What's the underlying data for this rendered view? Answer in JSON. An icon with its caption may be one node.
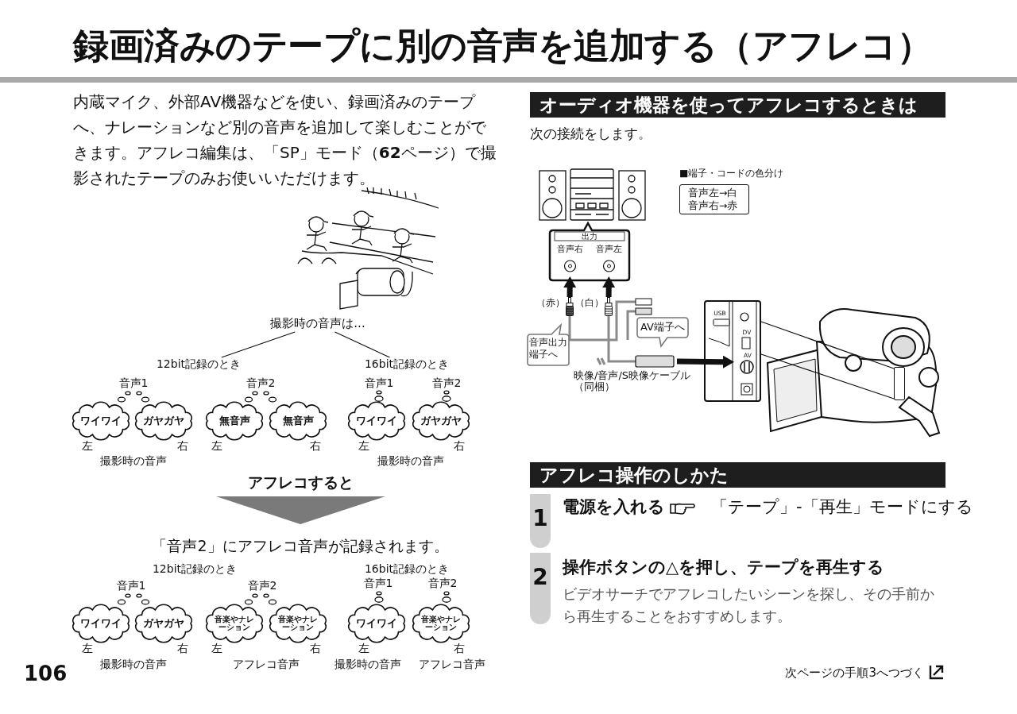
{
  "diagram": {
    "title": "録画済みのテープに別の音声を追加する（アフレコ）",
    "nodes": [
      {
        "text": [
          "撮影時の音声は..."
        ]
      },
      {
        "text": [
          "12bit記録のとき"
        ]
      },
      {
        "text": [
          "16bit記録のとき"
        ]
      },
      {
        "text": [
          "ワイワイ"
        ]
      },
      {
        "text": [
          "ガヤガヤ"
        ]
      },
      {
        "text": [
          "無音声"
        ]
      },
      {
        "text": [
          "無音声"
        ]
      },
      {
        "text": [
          "ワイワイ"
        ]
      },
      {
        "text": [
          "ガヤガヤ"
        ]
      },
      {
        "text": [
          "ワイワイ"
        ]
      },
      {
        "text": [
          "ガヤガヤ"
        ]
      },
      {
        "text": [
          "音楽やナレーション"
        ]
      },
      {
        "text": [
          "音楽やナレーション"
        ]
      },
      {
        "text": [
          "ワイワイ"
        ]
      },
      {
        "text": [
          "音楽やナレーション"
        ]
      },
      {
        "text": [
          "オーディオ機器を使ってアフレコするときは"
        ]
      },
      {
        "text": [],
        "shape": "picture"
      },
      {
        "text": [
          "出力"
        ]
      },
      {
        "text": [
          "音声右"
        ],
        "in": 17
      },
      {
        "text": [
          "音声左"
        ],
        "in": 17
      },
      {
        "text": [
          "■端子・コードの色分け",
          "音声左→白",
          "音声右→赤"
        ]
      },
      {
        "text": [
          "音声出力端子へ"
        ]
      },
      {
        "text": [
          "AV端子へ"
        ]
      },
      {
        "text": [],
        "shape": "box"
      },
      {
        "text": [
          "USB"
        ],
        "in": 23
      },
      {
        "text": [
          "DV"
        ],
        "in": 23
      },
      {
        "text": [
          "AV"
        ],
        "in": 23
      },
      {
        "text": [],
        "shape": "picture"
      },
      {
        "text": [],
        "shape": "box",
        "in": 27
      },
      {
        "text": [
          "アフレコ操作のしかた"
        ]
      },
      {
        "text": [
          "1"
        ]
      },
      {
        "text": [
          "2"
        ]
      },
      {
        "text": [],
        "shape": "picture",
        "beside": [
          "（赤）"
        ]
      },
      {
        "text": [],
        "shape": "picture",
        "beside": [
          "（白）"
        ]
      }
    ],
    "edges": [
      {
        "from": 0,
        "to": 1,
        "arrow": "none"
      },
      {
        "from": 0,
        "to": 2,
        "arrow": "none"
      },
      {
        "from": 32,
        "to": 18,
        "arrow": "to",
        "style": "thick"
      },
      {
        "from": 33,
        "to": 19,
        "arrow": "to",
        "style": "thick"
      },
      {
        "from": null,
        "to": 26,
        "arrow": "to",
        "style": "thick"
      },
      {
        "from": 23,
        "to": 28,
        "arrow": "none"
      }
    ],
    "labels": [
      "内蔵マイク、外部AV機器などを使い、録画済みのテープへ、ナレーションなど別の音声を追加して楽しむことができます。アフレコ編集は、「SP」モード（**62**ページ）で撮影されたテープのみお使いいただけます。",
      "音声1",
      "音声2",
      "音声1",
      "音声2",
      "左",
      "右",
      "左",
      "右",
      "左",
      "右",
      "撮影時の音声",
      "撮影時の音声",
      "アフレコすると",
      "「音声2」にアフレコ音声が記録されます。",
      "12bit記録のとき",
      "16bit記録のとき",
      "音声1",
      "音声2",
      "音声1",
      "音声2",
      "左",
      "右",
      "左",
      "右",
      "左",
      "右",
      "撮影時の音声",
      "アフレコ音声",
      "撮影時の音声",
      "アフレコ音声",
      "106",
      "次の接続をします。",
      "映像/音声/S映像ケーブル（同梱）",
      "電源を入れる",
      "「テープ」-「再生」モードにする",
      "操作ボタンの△を押し、テープを再生する",
      "ビデオサーチでアフレコしたいシーンを探し、その手前から再生することをおすすめします。",
      "次ページの手順3へつづく"
    ]
  }
}
